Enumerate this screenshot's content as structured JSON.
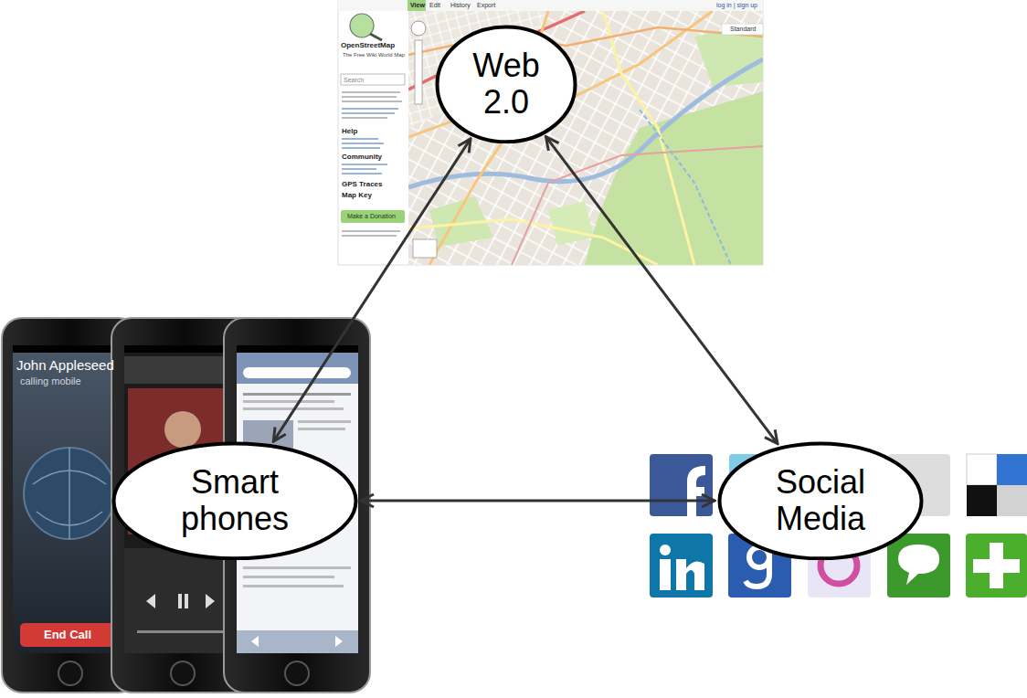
{
  "diagram": {
    "nodes": [
      {
        "text": [
          "Web 2.0"
        ]
      },
      {
        "text": [
          "Smart phones"
        ]
      },
      {
        "text": [
          "Social Media"
        ]
      }
    ],
    "edges": [
      {
        "from": 0,
        "to": 1,
        "arrow": "both"
      },
      {
        "from": 0,
        "to": 2,
        "arrow": "both"
      },
      {
        "from": 1,
        "to": 2,
        "arrow": "both"
      }
    ],
    "labels": [
      "View",
      "Edit",
      "History",
      "Export",
      "log in | sign up",
      "Standard",
      "OpenStreetMap",
      "The Free Wiki World Map",
      "Search",
      "Help",
      "Community",
      "GPS Traces",
      "Map Key",
      "Make a Donation",
      "John Appleseed",
      "calling mobile",
      "End Call"
    ]
  }
}
